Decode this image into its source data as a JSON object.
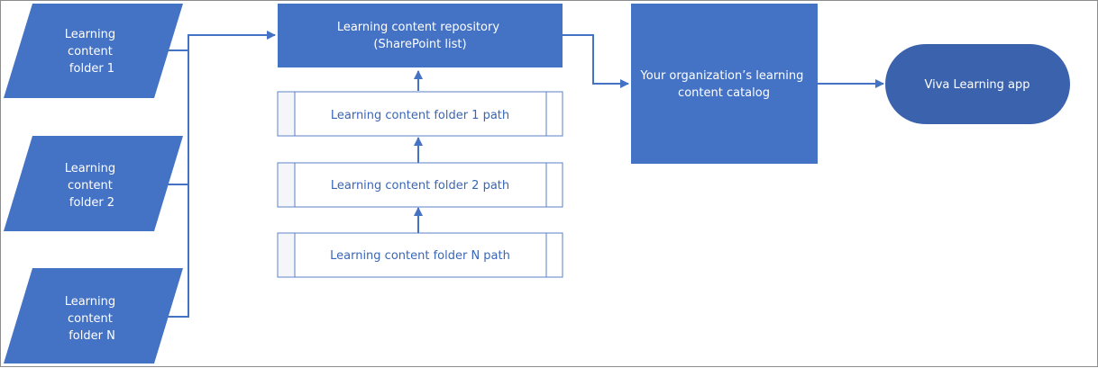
{
  "colors": {
    "shape_fill": "#4472c4",
    "pill_fill": "#3b62ad",
    "connector": "#4472c4",
    "predefined_fill": "#ffffff",
    "predefined_border": "#5b7fc7",
    "predefined_text": "#3a66b5"
  },
  "folders": [
    {
      "lines": [
        "Learning",
        "content",
        "folder 1"
      ]
    },
    {
      "lines": [
        "Learning",
        "content",
        "folder 2"
      ]
    },
    {
      "lines": [
        "Learning",
        "content",
        "folder N"
      ]
    }
  ],
  "repository": {
    "lines": [
      "Learning content repository",
      "(SharePoint list)"
    ]
  },
  "paths": [
    {
      "label": "Learning content folder 1 path"
    },
    {
      "label": "Learning content folder 2 path"
    },
    {
      "label": "Learning content folder N path"
    }
  ],
  "catalog": {
    "lines": [
      "Your organization’s learning",
      "content catalog"
    ]
  },
  "app": {
    "label": "Viva Learning app"
  }
}
